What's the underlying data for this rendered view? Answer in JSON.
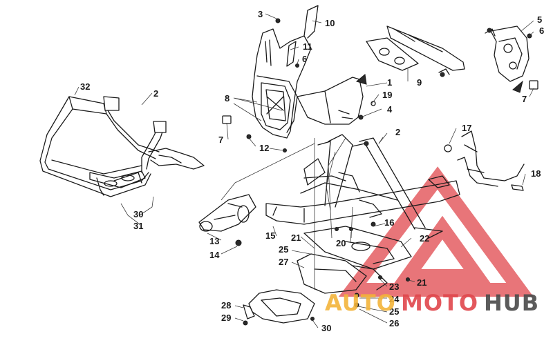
{
  "diagram": {
    "callouts": [
      "1",
      "2",
      "2",
      "3",
      "4",
      "5",
      "6",
      "6",
      "7",
      "7",
      "8",
      "9",
      "10",
      "11",
      "12",
      "13",
      "14",
      "15",
      "16",
      "17",
      "18",
      "19",
      "20",
      "21",
      "21",
      "22",
      "23",
      "24",
      "25",
      "25",
      "26",
      "27",
      "28",
      "29",
      "30",
      "30",
      "31",
      "32"
    ]
  },
  "watermark": {
    "brand_auto": "AUTO",
    "brand_moto": "MOTO",
    "brand_hub": "HUB",
    "colors": {
      "triangle": "#e0474c",
      "auto": "#f3b43a",
      "moto": "#e0474c",
      "hub": "#4a4a4a"
    }
  }
}
